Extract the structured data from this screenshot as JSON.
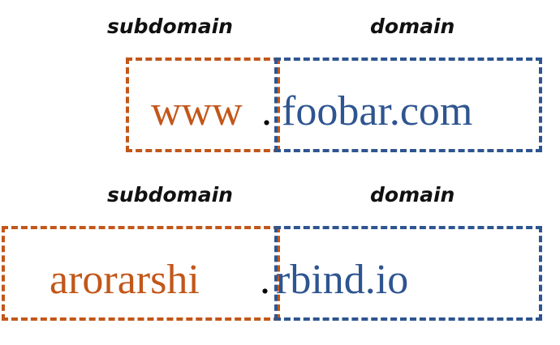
{
  "colors": {
    "subdomain": "#C2571A",
    "domain": "#2E5590",
    "dot": "#000000"
  },
  "examples": [
    {
      "subdomain_label": "subdomain",
      "domain_label": "domain",
      "subdomain": "www",
      "separator": ".",
      "domain": "foobar.com"
    },
    {
      "subdomain_label": "subdomain",
      "domain_label": "domain",
      "subdomain": "arorarshi",
      "separator": ".",
      "domain": "rbind.io"
    }
  ]
}
